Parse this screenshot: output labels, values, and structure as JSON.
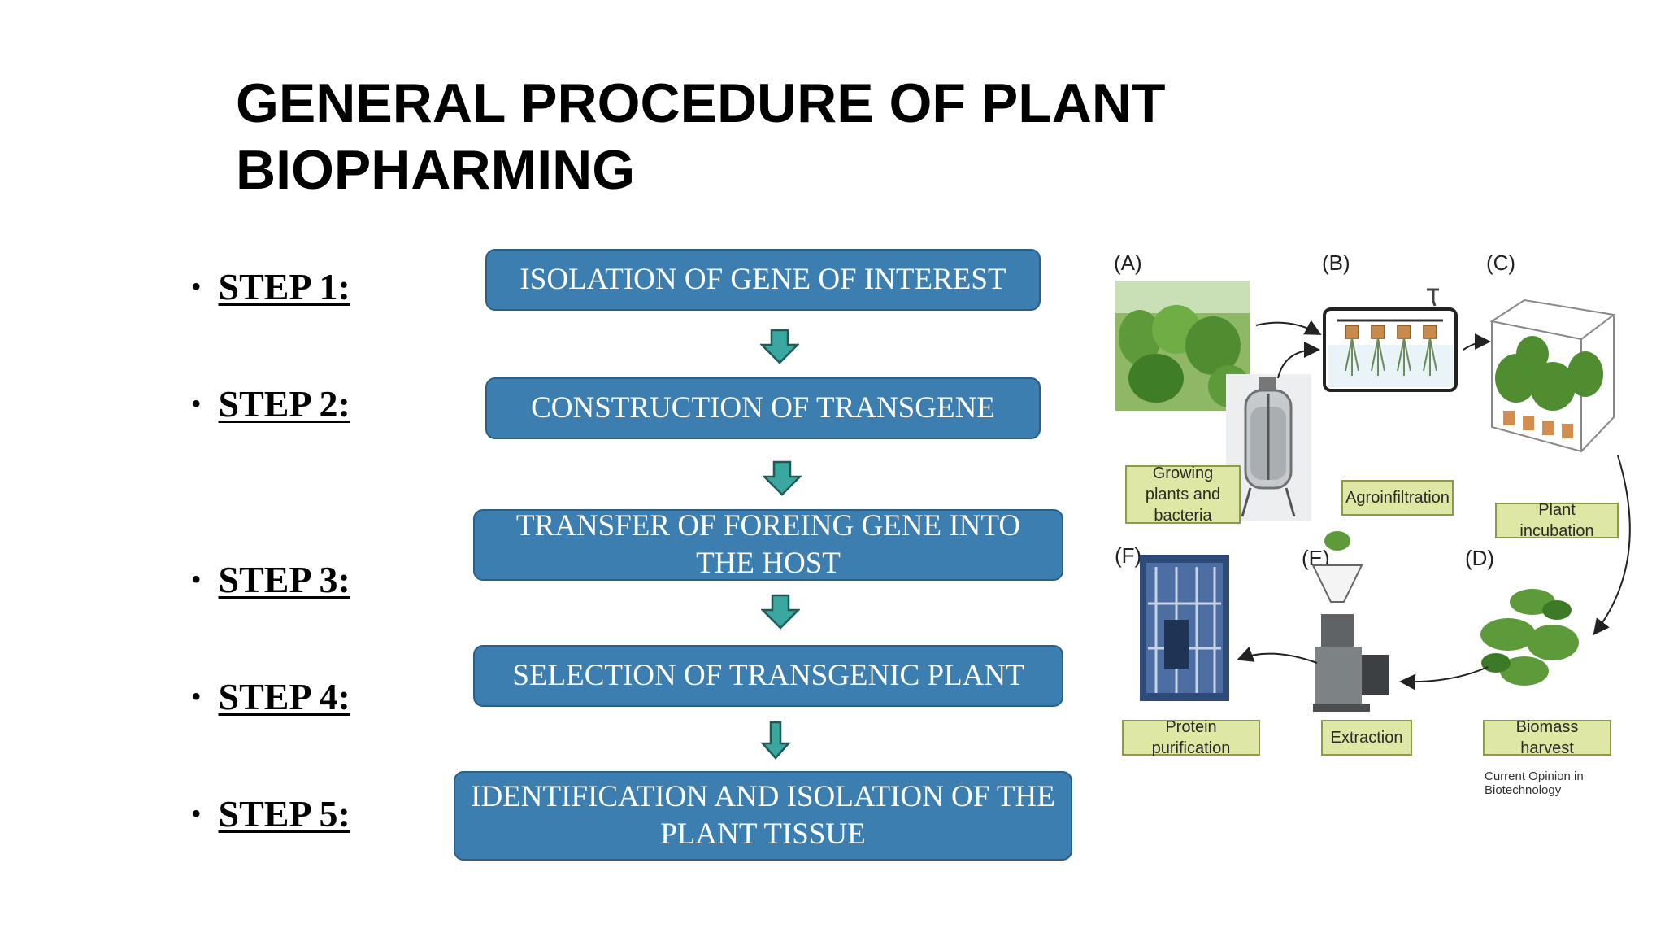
{
  "title": "GENERAL PROCEDURE OF PLANT BIOPHARMING",
  "steps": [
    {
      "label": "STEP 1:",
      "box": "ISOLATION OF GENE OF INTEREST"
    },
    {
      "label": "STEP 2:",
      "box": "CONSTRUCTION OF TRANSGENE"
    },
    {
      "label": "STEP 3:",
      "box": "TRANSFER OF FOREING GENE INTO THE HOST"
    },
    {
      "label": "STEP 4:",
      "box": "SELECTION OF TRANSGENIC PLANT"
    },
    {
      "label": "STEP 5:",
      "box": "IDENTIFICATION AND ISOLATION OF THE PLANT TISSUE"
    }
  ],
  "bullet": "•",
  "figure": {
    "letters": [
      "(A)",
      "(B)",
      "(C)",
      "(D)",
      "(E)",
      "(F)"
    ],
    "labels": {
      "a": "Growing plants and bacteria",
      "b": "Agroinfiltration",
      "c": "Plant incubation",
      "d": "Biomass harvest",
      "e": "Extraction",
      "f": "Protein purification"
    },
    "credit": "Current Opinion in Biotechnology"
  },
  "colors": {
    "box_fill": "#3b7eaf",
    "box_border": "#2c5f86",
    "arrow_fill": "#3aa7a0",
    "label_fill": "#dfe7a4"
  }
}
